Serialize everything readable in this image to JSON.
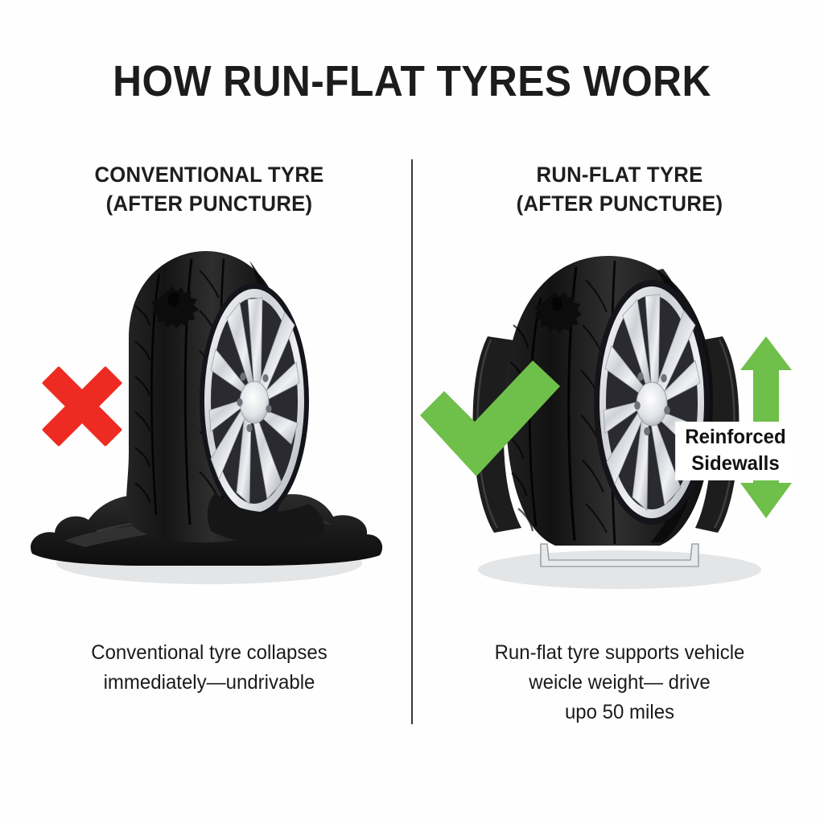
{
  "title": "HOW RUN-FLAT TYRES WORK",
  "colors": {
    "background": "#fefefe",
    "text": "#1c1c1c",
    "divider": "#3a3a3a",
    "cross_red": "#ee2b22",
    "check_green": "#6fbf4b",
    "arrow_green": "#6fbf4b",
    "tyre_black": "#1a1a1a",
    "tyre_dark": "#2b2b2b",
    "rim_silver": "#d8dade",
    "rim_light": "#f2f3f5",
    "rim_shadow": "#8a8d93",
    "ground_shadow": "#e3e4e6"
  },
  "left_column": {
    "header_line1": "CONVENTIONAL TYRE",
    "header_line2": "(AFTER PUNCTURE)",
    "status_icon": "cross-icon",
    "caption_line1": "Conventional tyre collapses",
    "caption_line2": "immediately—undrivable"
  },
  "right_column": {
    "header_line1": "RUN-FLAT TYRE",
    "header_line2": "(AFTER PUNCTURE)",
    "status_icon": "check-icon",
    "annotation_line1": "Reinforced",
    "annotation_line2": "Sidewalls",
    "arrow_up_icon": "arrow-up-icon",
    "arrow_down_icon": "arrow-down-icon",
    "caption_line1": "Run-flat tyre supports vehicle",
    "caption_line2": "weicle weight— drive",
    "caption_line3": "upo 50 miles"
  }
}
